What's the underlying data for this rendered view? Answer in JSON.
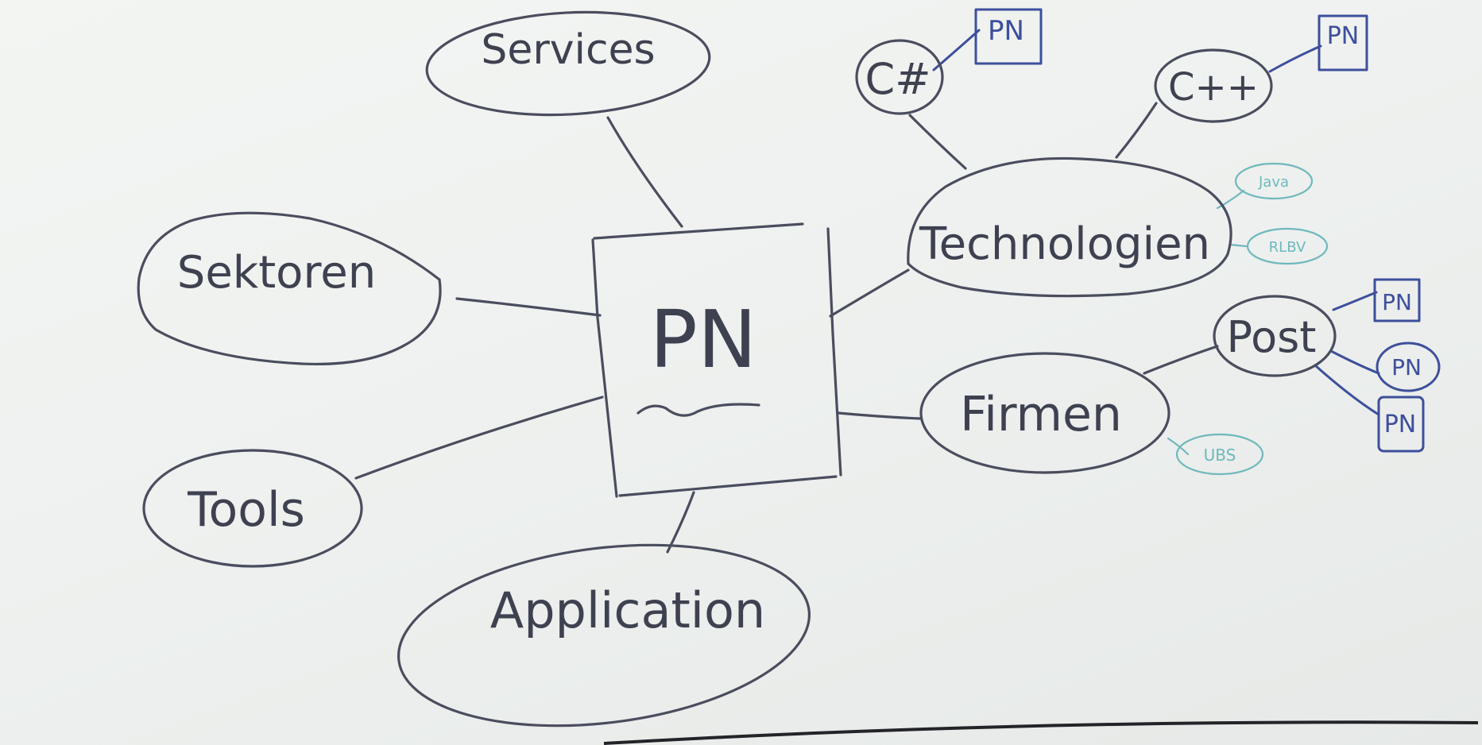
{
  "diagram": {
    "center": {
      "label": "PN"
    },
    "nodes": {
      "services": "Services",
      "sektoren": "Sektoren",
      "tools": "Tools",
      "application": "Application",
      "technologien": "Technologien",
      "firmen": "Firmen",
      "csharp": "C#",
      "cpp": "C++",
      "post": "Post"
    },
    "technologien_extras": {
      "java": "Java",
      "rlbv": "RLBV"
    },
    "firmen_extras": {
      "ubs": "UBS"
    },
    "pn_tags": {
      "csharp_pn": "PN",
      "cpp_pn": "PN",
      "post_pn_1": "PN",
      "post_pn_2": "PN",
      "post_pn_3": "PN"
    },
    "colors": {
      "ink": "#4a4d5e",
      "blue_marker": "#3d4f9c",
      "teal_marker": "#6fb8bd",
      "board": "#eef1ef"
    }
  }
}
